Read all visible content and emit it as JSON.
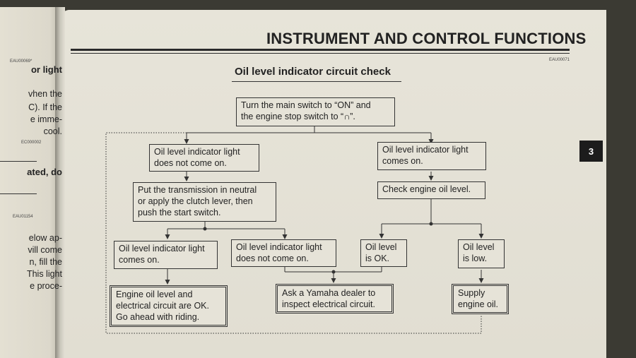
{
  "left_page": {
    "code_1": "EAU00069*",
    "heading_1": "or light",
    "lines_1": [
      "vhen the",
      "C). If the",
      "e imme-",
      "cool."
    ],
    "code_2": "EC000002",
    "heading_2": "ated, do",
    "code_3": "EAU01154",
    "lines_2": [
      "elow ap-",
      "vill come",
      "n, fill the",
      "This light",
      "e proce-"
    ]
  },
  "header": {
    "title": "INSTRUMENT AND CONTROL FUNCTIONS",
    "code": "EAU00071"
  },
  "chapter_tab": "3",
  "section_title": "Oil level indicator circuit check",
  "flowchart": {
    "start": [
      "Turn the main switch to “ON” and",
      "the engine stop switch to “∩”."
    ],
    "left_branch": [
      "Oil level indicator light",
      "does not come on."
    ],
    "right_branch": [
      "Oil level indicator light",
      "comes on."
    ],
    "neutral_step": [
      "Put the transmission in neutral",
      "or apply the clutch lever, then",
      "push the start switch."
    ],
    "check_oil": [
      "Check engine oil level."
    ],
    "comes_on": [
      "Oil level indicator light",
      "comes on."
    ],
    "not_come_on": [
      "Oil level indicator light",
      "does not come on."
    ],
    "oil_ok": [
      "Oil level",
      "is OK."
    ],
    "oil_low": [
      "Oil level",
      "is low."
    ],
    "result_ok": [
      "Engine oil level and",
      "electrical circuit are OK.",
      "Go ahead with riding."
    ],
    "result_dealer": [
      "Ask a Yamaha dealer to",
      "inspect electrical circuit."
    ],
    "result_supply": [
      "Supply",
      "engine oil."
    ]
  }
}
